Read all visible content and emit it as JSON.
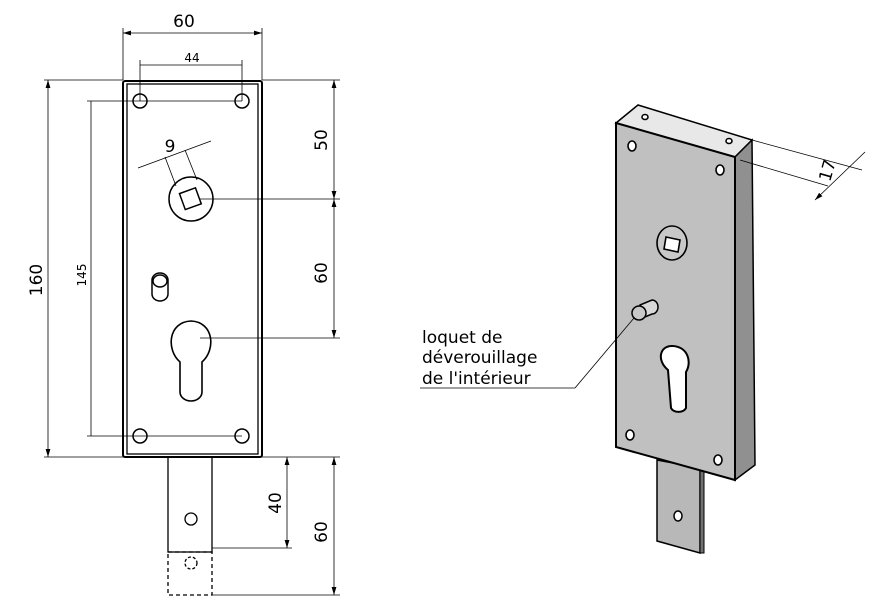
{
  "front_view": {
    "dimensions": {
      "width": "60",
      "hole_spacing_horizontal": "44",
      "height": "160",
      "hole_spacing_vertical": "145",
      "spindle_square": "9",
      "top_to_spindle": "50",
      "spindle_to_cylinder": "60",
      "bolt_travel": "40",
      "bolt_extension": "60"
    }
  },
  "iso_view": {
    "dimensions": {
      "depth": "17"
    },
    "callout": {
      "line1": "loquet de",
      "line2": "déverouillage",
      "line3": "de l'intérieur"
    }
  },
  "colors": {
    "face": "#c0c0c0",
    "side": "#909090",
    "top": "#e8e8e8"
  }
}
